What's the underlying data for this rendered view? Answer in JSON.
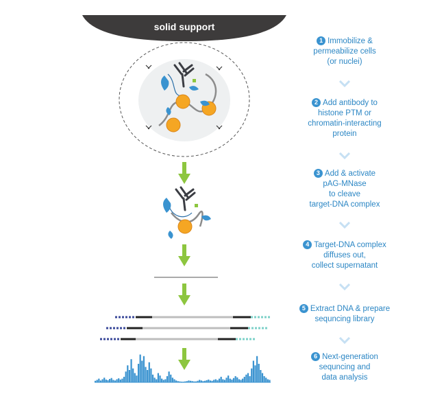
{
  "support_label": "solid support",
  "colors": {
    "support": "#3d3b3b",
    "arrow": "#8dc63f",
    "step_text": "#2b86c4",
    "chevron": "#c6e0f3",
    "antibody": "#3b3d43",
    "protein": "#3a93d0",
    "nucleosome": "#f5a623",
    "dna": "#8c8c8c",
    "signal": "#3a93d0"
  },
  "steps": [
    {
      "number": "1",
      "lines": [
        "Immobilize &",
        "permeabilize cells",
        "(or nuclei)"
      ]
    },
    {
      "number": "2",
      "lines": [
        "Add antibody to",
        "histone PTM or",
        "chromatin-interacting",
        "protein"
      ]
    },
    {
      "number": "3",
      "lines": [
        "Add & activate",
        "pAG-MNase",
        "to cleave",
        "target-DNA complex"
      ]
    },
    {
      "number": "4",
      "lines": [
        "Target-DNA complex",
        "diffuses out,",
        "collect supernatant"
      ]
    },
    {
      "number": "5",
      "lines": [
        "Extract DNA & prepare",
        "sequncing library"
      ]
    },
    {
      "number": "6",
      "lines": [
        "Next-generation",
        "sequncing and",
        "data analysis"
      ]
    }
  ],
  "signal_track": {
    "values": [
      0.05,
      0.08,
      0.12,
      0.06,
      0.1,
      0.15,
      0.09,
      0.07,
      0.11,
      0.14,
      0.08,
      0.06,
      0.1,
      0.13,
      0.09,
      0.12,
      0.18,
      0.35,
      0.55,
      0.4,
      0.75,
      0.45,
      0.3,
      0.22,
      0.6,
      0.9,
      0.7,
      0.85,
      0.5,
      0.4,
      0.65,
      0.45,
      0.25,
      0.15,
      0.1,
      0.3,
      0.22,
      0.12,
      0.08,
      0.1,
      0.2,
      0.35,
      0.25,
      0.15,
      0.1,
      0.06,
      0.04,
      0.03,
      0.02,
      0.02,
      0.03,
      0.04,
      0.06,
      0.05,
      0.04,
      0.03,
      0.03,
      0.05,
      0.08,
      0.06,
      0.04,
      0.05,
      0.07,
      0.09,
      0.06,
      0.05,
      0.08,
      0.1,
      0.07,
      0.12,
      0.18,
      0.1,
      0.08,
      0.15,
      0.22,
      0.12,
      0.09,
      0.14,
      0.2,
      0.16,
      0.1,
      0.08,
      0.12,
      0.18,
      0.25,
      0.3,
      0.2,
      0.45,
      0.7,
      0.55,
      0.85,
      0.6,
      0.4,
      0.3,
      0.2,
      0.15,
      0.1,
      0.08
    ]
  }
}
